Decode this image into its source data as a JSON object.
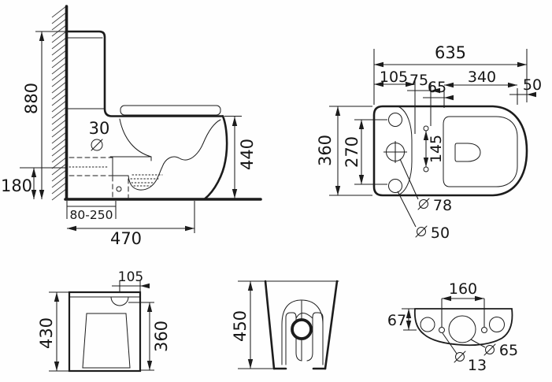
{
  "drawing": {
    "side_view": {
      "height_total": "880",
      "outlet_height": "180",
      "outlet_dia": "30",
      "seat_height": "440",
      "rough_in_range": "80-250",
      "depth": "470"
    },
    "plan_view": {
      "width_total": "635",
      "seg_105": "105",
      "seg_75": "75",
      "seg_65": "65",
      "seg_340": "340",
      "seg_50": "50",
      "depth": "360",
      "hole_spacing": "270",
      "hinge_spacing": "145",
      "dia_flush": "78",
      "dia_holes": "50"
    },
    "rear_view": {
      "notch_offset": "105",
      "height_total": "430",
      "height_right": "360"
    },
    "front_view": {
      "height": "450"
    },
    "tank_bottom_view": {
      "hole_spacing": "160",
      "top_offset": "67",
      "dia_small": "13",
      "dia_large": "65"
    }
  },
  "colors": {
    "line": "#1c1c1c",
    "background": "#fefefe"
  }
}
